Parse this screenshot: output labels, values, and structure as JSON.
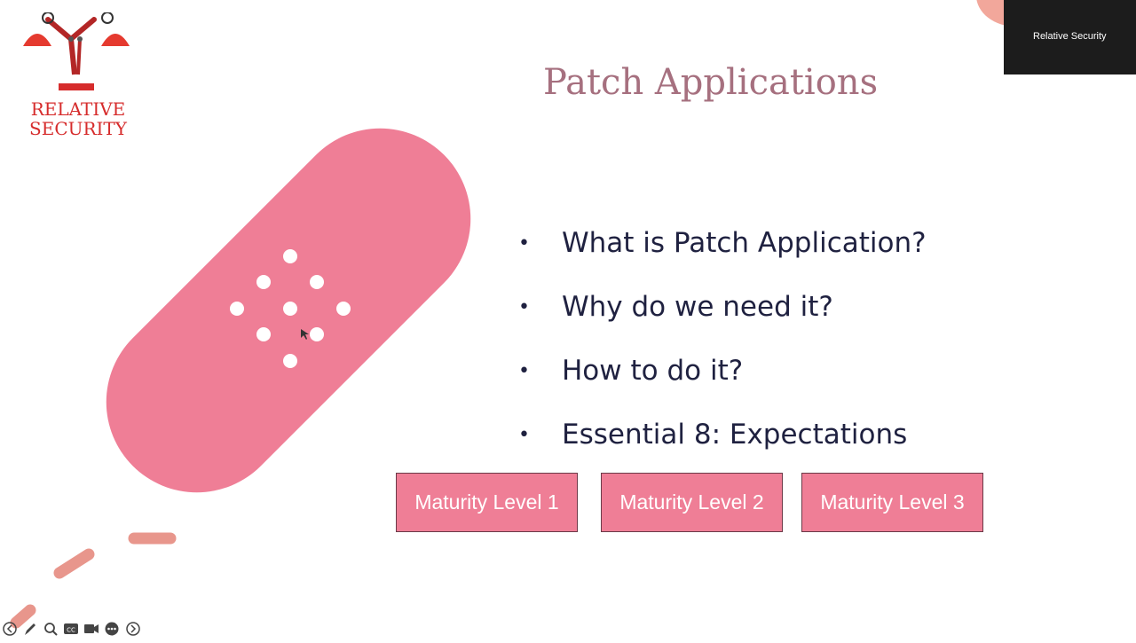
{
  "logo": {
    "line1": "RELATIVE",
    "line2": "SECURITY"
  },
  "slide": {
    "title": "Patch Applications",
    "bullets": [
      "What is Patch Application?",
      "Why do we need it?",
      "How to do it?",
      "Essential 8: Expectations"
    ],
    "bullet_symbol": "•",
    "levels": [
      "Maturity Level 1",
      "Maturity Level 2",
      "Maturity Level 3"
    ]
  },
  "video": {
    "participant_name": "Relative Security"
  },
  "colors": {
    "bandage": "#ef7e96",
    "title": "#a6707f",
    "bullet_text": "#1f2140",
    "logo_red": "#d62c2c",
    "level_fill": "#ef7e96",
    "dash_accent": "#e8968c"
  },
  "toolbar": {
    "icons": [
      "previous-icon",
      "pen-icon",
      "zoom-icon",
      "captions-icon",
      "video-icon",
      "more-icon",
      "next-icon"
    ]
  }
}
